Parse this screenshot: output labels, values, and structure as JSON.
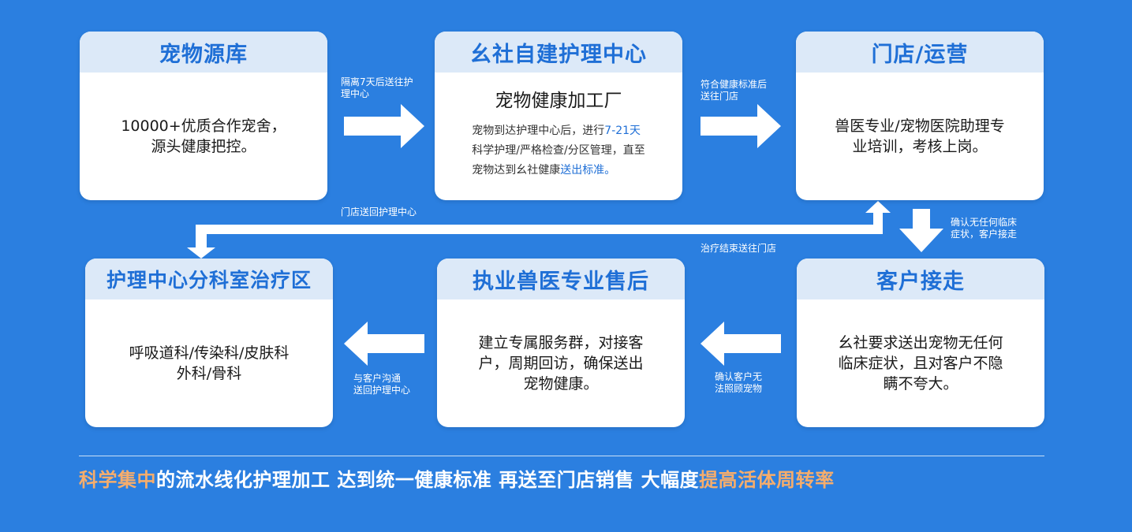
{
  "colors": {
    "background": "#2b7fe0",
    "card_header_bg": "#dce9f8",
    "header_text": "#1f6fd6",
    "highlight": "#1f6fd6",
    "footer_accent": "#f6ad6c"
  },
  "cards": {
    "source": {
      "title": "宠物源库",
      "line1": "10000+优质合作宠舍，",
      "line2": "源头健康把控。"
    },
    "care_center": {
      "title": "幺社自建护理中心",
      "subtitle": "宠物健康加工厂",
      "p1": "宠物到达护理中心后，进行",
      "p1_hl": "7-21天",
      "p2": "科学护理/严格检查/分区管理，直至",
      "p3": "宠物达到幺社健康",
      "p3_hl": "送出标准。"
    },
    "store": {
      "title": "门店/运营",
      "line1": "兽医专业/宠物医院助理专",
      "line2": "业培训，考核上岗。"
    },
    "pickup": {
      "title": "客户接走",
      "line1": "幺社要求送出宠物无任何",
      "line2": "临床症状，且对客户不隐",
      "line3": "瞒不夸大。"
    },
    "aftersale": {
      "title": "执业兽医专业售后",
      "line1": "建立专属服务群，对接客",
      "line2": "户，周期回访，确保送出",
      "line3": "宠物健康。"
    },
    "treatment": {
      "title": "护理中心分科室治疗区",
      "line1": "呼吸道科/传染科/皮肤科",
      "line2": "外科/骨科"
    }
  },
  "notes": {
    "a1_l1": "隔离7天后送往护",
    "a1_l2": "理中心",
    "a2_l1": "符合健康标准后",
    "a2_l2": "送往门店",
    "return_label": "门店送回护理中心",
    "treat_done": "治疗结束送往门店",
    "confirm_l1": "确认无任何临床",
    "confirm_l2": "症状，客户接走",
    "cannot_l1": "确认客户无",
    "cannot_l2": "法照顾宠物",
    "comm_l1": "与客户沟通",
    "comm_l2": "送回护理中心"
  },
  "footer": {
    "part1": "科学集中",
    "part2": "的流水线化护理加工 达到统一健康标准 再送至门店销售 大幅度",
    "part3": "提高活体周转率"
  }
}
